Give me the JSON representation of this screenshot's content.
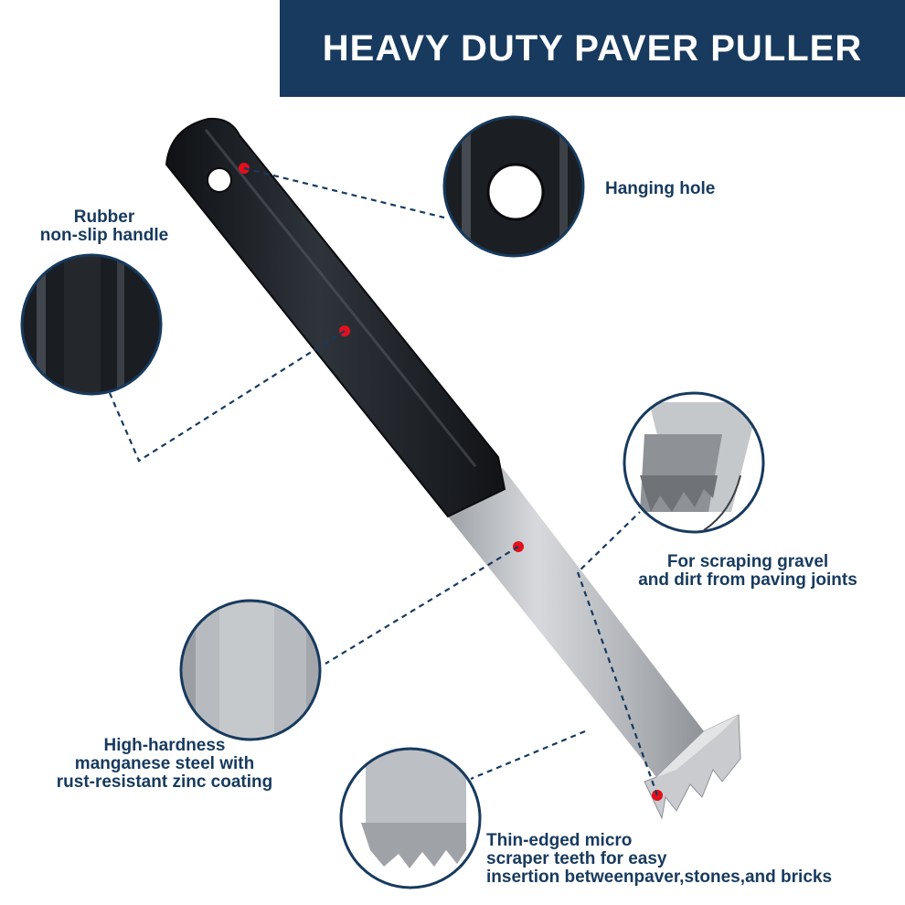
{
  "title": "HEAVY DUTY PAVER PULLER",
  "colors": {
    "brand_navy": "#173a5e",
    "marker_red": "#e3101b",
    "handle_black": "#23262b",
    "steel_gray": "#b9bcc0"
  },
  "callouts": {
    "handle": {
      "lines": [
        "Rubber",
        "non-slip handle"
      ],
      "icon": "handle-zoom-circle"
    },
    "hole": {
      "lines": [
        "Hanging hole"
      ],
      "icon": "hole-zoom-circle"
    },
    "scraper": {
      "lines": [
        "For scraping gravel",
        "and dirt from paving joints"
      ],
      "icon": "scraper-zoom-circle"
    },
    "steel": {
      "lines": [
        "High-hardness",
        "manganese steel with",
        "rust-resistant zinc coating"
      ],
      "icon": "steel-zoom-circle"
    },
    "teeth": {
      "lines": [
        "Thin-edged micro",
        "scraper teeth for easy",
        "insertion betweenpaver,stones,and bricks"
      ],
      "icon": "teeth-zoom-circle"
    }
  }
}
